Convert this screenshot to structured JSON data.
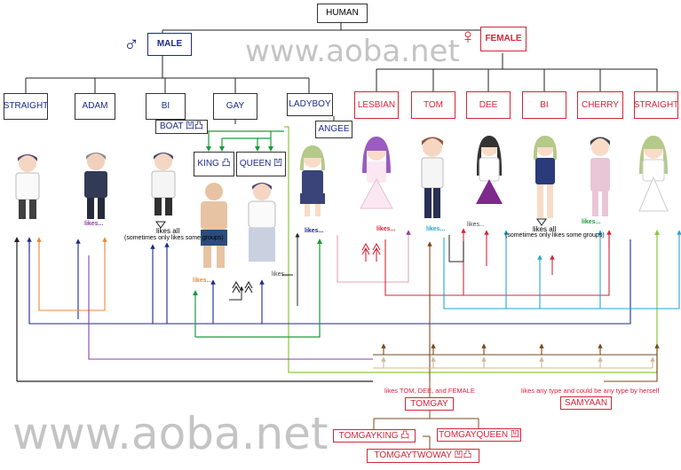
{
  "root": "HUMAN",
  "male": {
    "symbol": "♂",
    "label": "MALE",
    "color": "#1c2a8a"
  },
  "female": {
    "symbol": "♀",
    "label": "FEMALE",
    "color": "#d3263a"
  },
  "male_types": [
    "STRAIGHT",
    "ADAM",
    "BI",
    "GAY",
    "LADYBOY"
  ],
  "female_types": [
    "LESBIAN",
    "TOM",
    "DEE",
    "BI",
    "CHERRY",
    "STRAIGHT"
  ],
  "gay_sub": {
    "boat": "BOAT 凹凸",
    "king": "KING 凸",
    "queen": "QUEEN 凹"
  },
  "angee": "ANGEE",
  "likes": "likes...",
  "likes_all": "likes all",
  "sometimes": "(sometimes only likes some groups)",
  "tomgay_note": "likes TOM, DEE, and FEMALE",
  "samyaan_note": "likes any type and could be any type by herself",
  "bottom": {
    "tomgay": "TOMGAY",
    "samyaan": "SAMYAAN",
    "tomgayking": "TOMGAYKING 凸",
    "tomgayqueen": "TOMGAYQUEEN 凹",
    "tomgaytwoway": "TOMGAYTWOWAY 凹凸"
  },
  "watermark": "www.aoba.net",
  "colors": {
    "male": "#1c2a8a",
    "female": "#d3263a",
    "orange": "#e98a3a",
    "green": "#1a9a3c",
    "purple": "#8b3fa6",
    "cyan": "#23a6d8",
    "lime": "#8cc63e",
    "pink": "#e6a0b8",
    "brown": "#7a4a1c",
    "tan": "#cdb99a"
  }
}
